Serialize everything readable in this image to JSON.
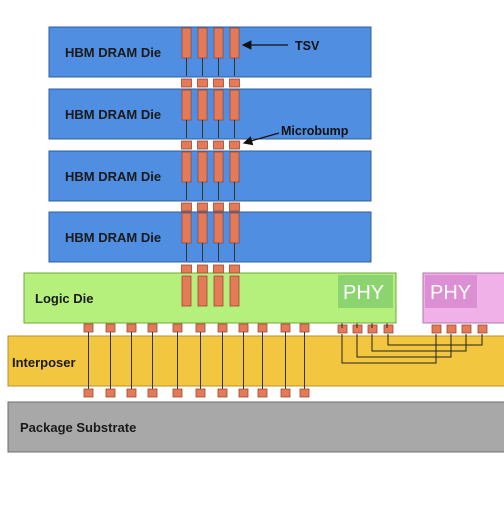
{
  "diagram": {
    "dram_dies": [
      {
        "label": "HBM DRAM Die"
      },
      {
        "label": "HBM DRAM Die"
      },
      {
        "label": "HBM DRAM Die"
      },
      {
        "label": "HBM DRAM Die"
      }
    ],
    "logic_die": {
      "label": "Logic Die"
    },
    "phy_left": {
      "label": "PHY"
    },
    "phy_right": {
      "label": "PHY"
    },
    "interposer": {
      "label": "Interposer"
    },
    "substrate": {
      "label": "Package Substrate"
    },
    "callouts": {
      "tsv": "TSV",
      "microbump": "Microbump"
    },
    "colors": {
      "dram": "#4f8ee0",
      "dram_border": "#2d5f9e",
      "logic": "#b5ef7c",
      "logic_border": "#6fa83a",
      "phy_left": "#8cd470",
      "phy_right": "#dd8fd4",
      "interposer": "#f3c640",
      "interposer_border": "#b8922a",
      "substrate": "#a8a8a8",
      "substrate_border": "#6e6e6e",
      "tsv": "#e57a58",
      "tsv_border": "#9c4a32"
    }
  }
}
